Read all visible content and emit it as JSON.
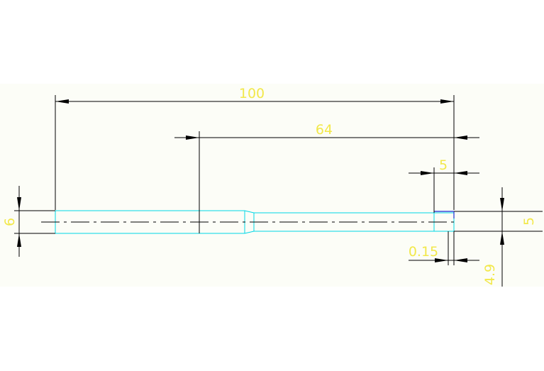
{
  "colors": {
    "canvas": "#fcfdf7",
    "page": "#ffffff",
    "dimension_line": "#000000",
    "dimension_text": "#f2e84a",
    "part_outline": "#00d7e6",
    "edge_highlight": "#3b4ad8",
    "centerline": "#000000"
  },
  "dimensions": {
    "overall_length": "100",
    "step_length": "64",
    "end_length": "5",
    "left_diameter": "6",
    "right_diameter": "5",
    "step_offset": "0.15",
    "lower_offset": "4.9"
  }
}
